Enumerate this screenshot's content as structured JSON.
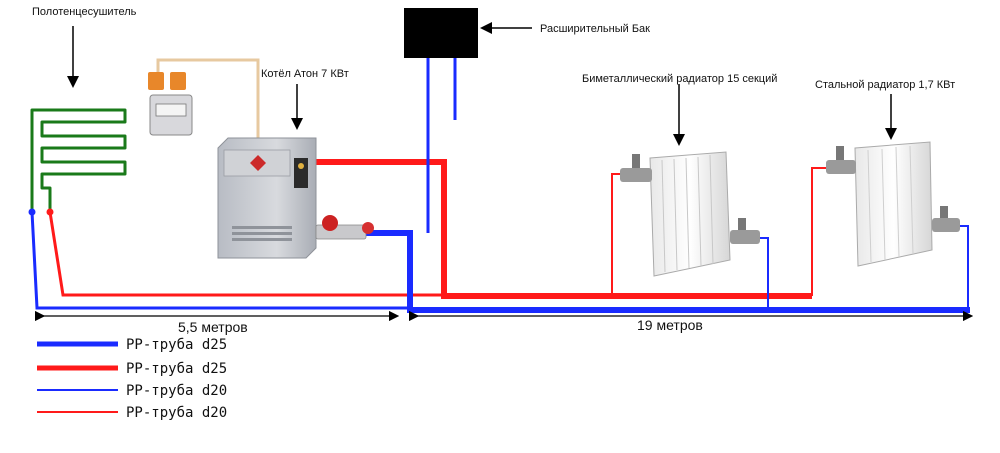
{
  "labels": {
    "towel_dryer": "Полотенцесушитель",
    "boiler": "Котёл Атон 7 КВт",
    "expansion_tank": "Расширительный Бак",
    "radiator_bimetal": "Биметаллический радиатор 15 секций",
    "radiator_steel": "Стальной радиатор 1,7 КВт"
  },
  "dimensions": {
    "left_span": "5,5 метров",
    "right_span": "19 метров"
  },
  "legend": [
    {
      "text": "PP-труба d25",
      "color": "#1a2bff",
      "weight": "thick"
    },
    {
      "text": "PP-труба d25",
      "color": "#ff1a1a",
      "weight": "thick"
    },
    {
      "text": "PP-труба d20",
      "color": "#1a2bff",
      "weight": "thin"
    },
    {
      "text": "PP-труба d20",
      "color": "#ff1a1a",
      "weight": "thin"
    }
  ],
  "colors": {
    "supply": "#ff1a1a",
    "return": "#1a2bff",
    "towel_coil": "#1a7a1a",
    "tank": "#000000",
    "boiler_body": "#c9cbd0"
  }
}
